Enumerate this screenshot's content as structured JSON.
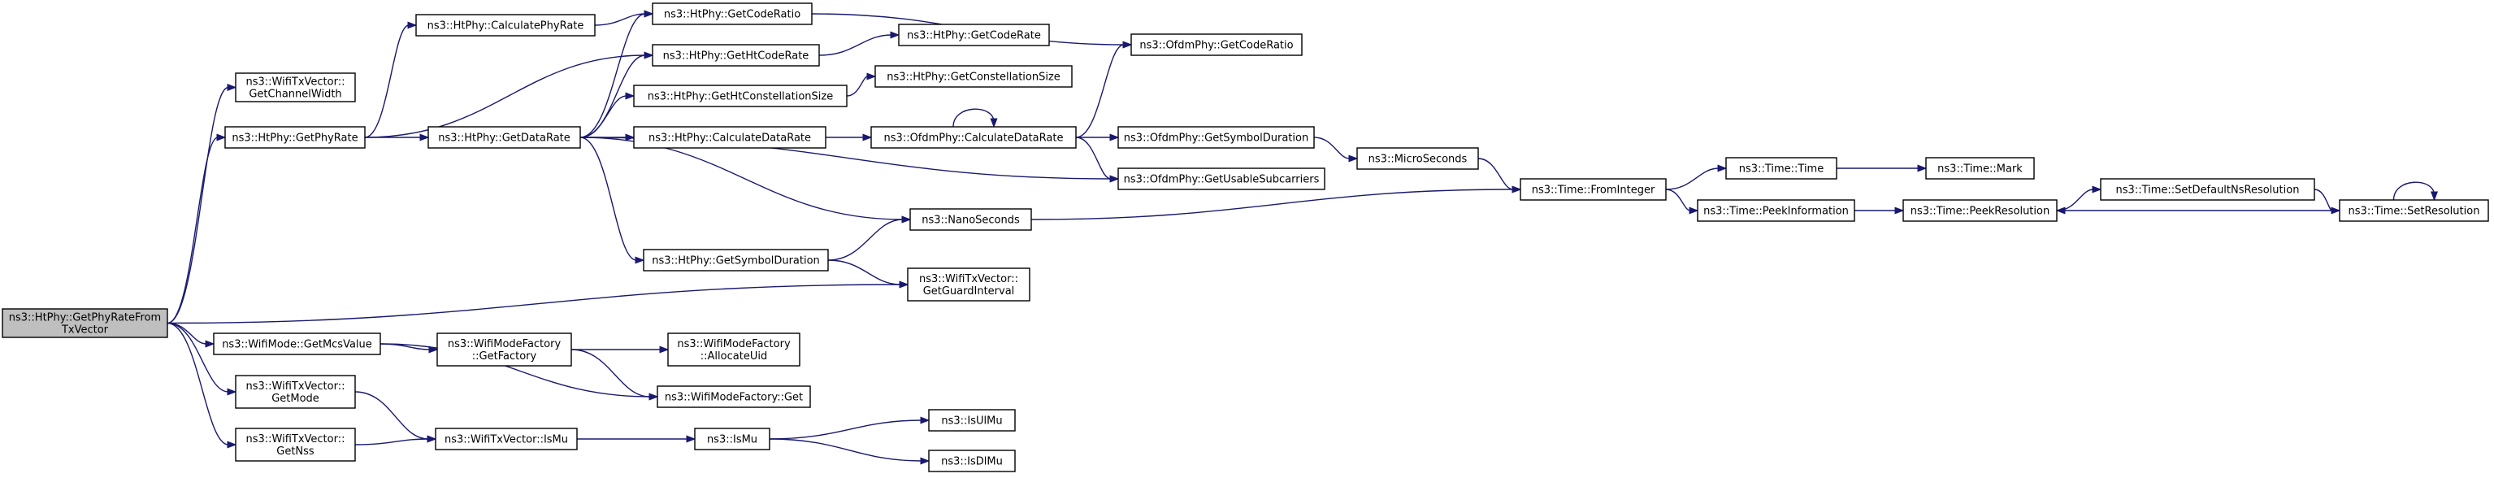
{
  "nodes": {
    "root": [
      "ns3::HtPhy::GetPhyRateFrom",
      "TxVector"
    ],
    "getChannelWidth": [
      "ns3::WifiTxVector::",
      "GetChannelWidth"
    ],
    "getPhyRate": [
      "ns3::HtPhy::GetPhyRate"
    ],
    "calcPhyRate": [
      "ns3::HtPhy::CalculatePhyRate"
    ],
    "htGetCodeRatio": [
      "ns3::HtPhy::GetCodeRatio"
    ],
    "htGetHtCodeRate": [
      "ns3::HtPhy::GetHtCodeRate"
    ],
    "htGetCodeRate": [
      "ns3::HtPhy::GetCodeRate"
    ],
    "ofdmGetCodeRatio": [
      "ns3::OfdmPhy::GetCodeRatio"
    ],
    "htGetDataRate": [
      "ns3::HtPhy::GetDataRate"
    ],
    "htGetHtConstSize": [
      "ns3::HtPhy::GetHtConstellationSize"
    ],
    "htGetConstSize": [
      "ns3::HtPhy::GetConstellationSize"
    ],
    "htCalcDataRate": [
      "ns3::HtPhy::CalculateDataRate"
    ],
    "ofdmCalcDataRate": [
      "ns3::OfdmPhy::CalculateDataRate"
    ],
    "ofdmGetSymDur": [
      "ns3::OfdmPhy::GetSymbolDuration"
    ],
    "ofdmGetUsable": [
      "ns3::OfdmPhy::GetUsableSubcarriers"
    ],
    "microSeconds": [
      "ns3::MicroSeconds"
    ],
    "nanoSeconds": [
      "ns3::NanoSeconds"
    ],
    "htGetSymDur": [
      "ns3::HtPhy::GetSymbolDuration"
    ],
    "getGuardInterval": [
      "ns3::WifiTxVector::",
      "GetGuardInterval"
    ],
    "fromInteger": [
      "ns3::Time::FromInteger"
    ],
    "timeTime": [
      "ns3::Time::Time"
    ],
    "timeMark": [
      "ns3::Time::Mark"
    ],
    "peekInfo": [
      "ns3::Time::PeekInformation"
    ],
    "peekRes": [
      "ns3::Time::PeekResolution"
    ],
    "setDefaultNs": [
      "ns3::Time::SetDefaultNsResolution"
    ],
    "setRes": [
      "ns3::Time::SetResolution"
    ],
    "getMcsValue": [
      "ns3::WifiMode::GetMcsValue"
    ],
    "wmfGetFactory": [
      "ns3::WifiModeFactory",
      "::GetFactory"
    ],
    "wmfAllocUid": [
      "ns3::WifiModeFactory",
      "::AllocateUid"
    ],
    "wmfGet": [
      "ns3::WifiModeFactory::Get"
    ],
    "getMode": [
      "ns3::WifiTxVector::",
      "GetMode"
    ],
    "getNss": [
      "ns3::WifiTxVector::",
      "GetNss"
    ],
    "wtvIsMu": [
      "ns3::WifiTxVector::IsMu"
    ],
    "isMu": [
      "ns3::IsMu"
    ],
    "isUlMu": [
      "ns3::IsUlMu"
    ],
    "isDlMu": [
      "ns3::IsDlMu"
    ]
  },
  "edges": [
    [
      "root",
      "getChannelWidth"
    ],
    [
      "root",
      "getPhyRate"
    ],
    [
      "root",
      "getGuardInterval"
    ],
    [
      "root",
      "getMcsValue"
    ],
    [
      "root",
      "getMode"
    ],
    [
      "root",
      "getNss"
    ],
    [
      "getPhyRate",
      "calcPhyRate"
    ],
    [
      "getPhyRate",
      "htGetHtCodeRate"
    ],
    [
      "getPhyRate",
      "htGetDataRate"
    ],
    [
      "calcPhyRate",
      "htGetCodeRatio"
    ],
    [
      "htGetCodeRatio",
      "ofdmGetCodeRatio"
    ],
    [
      "htGetHtCodeRate",
      "htGetCodeRate"
    ],
    [
      "htGetDataRate",
      "htGetCodeRatio"
    ],
    [
      "htGetDataRate",
      "htGetHtCodeRate"
    ],
    [
      "htGetDataRate",
      "htGetHtConstSize"
    ],
    [
      "htGetDataRate",
      "htCalcDataRate"
    ],
    [
      "htGetDataRate",
      "ofdmGetUsable"
    ],
    [
      "htGetDataRate",
      "nanoSeconds"
    ],
    [
      "htGetDataRate",
      "htGetSymDur"
    ],
    [
      "htGetHtConstSize",
      "htGetConstSize"
    ],
    [
      "htCalcDataRate",
      "ofdmCalcDataRate"
    ],
    [
      "ofdmCalcDataRate",
      "ofdmCalcDataRate"
    ],
    [
      "ofdmCalcDataRate",
      "ofdmGetCodeRatio"
    ],
    [
      "ofdmCalcDataRate",
      "ofdmGetSymDur"
    ],
    [
      "ofdmCalcDataRate",
      "ofdmGetUsable"
    ],
    [
      "ofdmGetSymDur",
      "microSeconds"
    ],
    [
      "microSeconds",
      "fromInteger"
    ],
    [
      "nanoSeconds",
      "fromInteger"
    ],
    [
      "htGetSymDur",
      "nanoSeconds"
    ],
    [
      "htGetSymDur",
      "getGuardInterval"
    ],
    [
      "fromInteger",
      "timeTime"
    ],
    [
      "fromInteger",
      "peekInfo"
    ],
    [
      "timeTime",
      "timeMark"
    ],
    [
      "peekInfo",
      "peekRes"
    ],
    [
      "peekRes",
      "setDefaultNs"
    ],
    [
      "setDefaultNs",
      "setRes"
    ],
    [
      "setRes",
      "setRes"
    ],
    [
      "setRes",
      "peekRes"
    ],
    [
      "getMcsValue",
      "wmfGetFactory"
    ],
    [
      "getMcsValue",
      "wmfGet"
    ],
    [
      "wmfGetFactory",
      "wmfAllocUid"
    ],
    [
      "wmfGetFactory",
      "wmfGet"
    ],
    [
      "getMode",
      "wtvIsMu"
    ],
    [
      "getNss",
      "wtvIsMu"
    ],
    [
      "wtvIsMu",
      "isMu"
    ],
    [
      "isMu",
      "isUlMu"
    ],
    [
      "isMu",
      "isDlMu"
    ]
  ]
}
